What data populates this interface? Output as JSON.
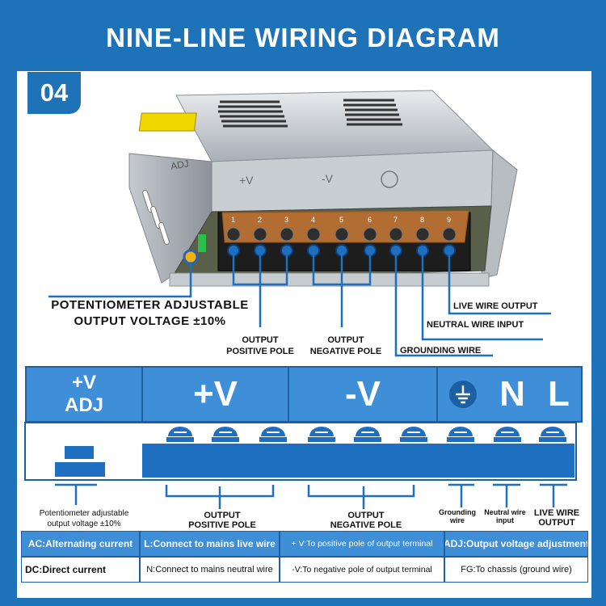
{
  "title": "NINE-LINE WIRING DIAGRAM",
  "badge": "04",
  "callouts": {
    "potentiometer": "POTENTIOMETER ADJUSTABLE\nOUTPUT VOLTAGE ±10%",
    "output_positive": "OUTPUT\nPOSITIVE POLE",
    "output_negative": "OUTPUT\nNEGATIVE POLE",
    "grounding": "GROUNDING WIRE",
    "neutral": "NEUTRAL WIRE INPUT",
    "live": "LIVE WIRE OUTPUT"
  },
  "photo_labels": {
    "adj": "ADJ",
    "plus_v": "+V",
    "minus_v": "-V",
    "terminals": [
      "1",
      "2",
      "3",
      "4",
      "5",
      "6",
      "7",
      "8",
      "9"
    ]
  },
  "header": {
    "adj_top": "+V",
    "adj_bottom": "ADJ",
    "plus_v": "+V",
    "minus_v": "-V",
    "ground_icon": "ground-symbol-icon",
    "neutral": "N",
    "live": "L"
  },
  "lower_labels": {
    "potentiometer": "Potentiometer adjustable\noutput voltage ±10%",
    "output_positive": "OUTPUT\nPOSITIVE POLE",
    "output_negative": "OUTPUT\nNEGATIVE POLE",
    "grounding": "Grounding\nwire",
    "neutral": "Neutral wire\ninput",
    "live": "LIVE WIRE\nOUTPUT"
  },
  "legend": [
    [
      "AC:Alternating current",
      "L:Connect to mains live wire",
      "+ V:To positive pole of output terminal",
      "ADJ:Output voltage adjustment"
    ],
    [
      "DC:Direct current",
      "N:Connect to mains neutral wire",
      "-V:To negative pole of output terminal",
      "FG:To chassis (ground wire)"
    ]
  ],
  "colors": {
    "brand_blue": "#1e72b8",
    "header_blue": "#3f8ed8",
    "terminal_blue": "#1f6fc0"
  }
}
